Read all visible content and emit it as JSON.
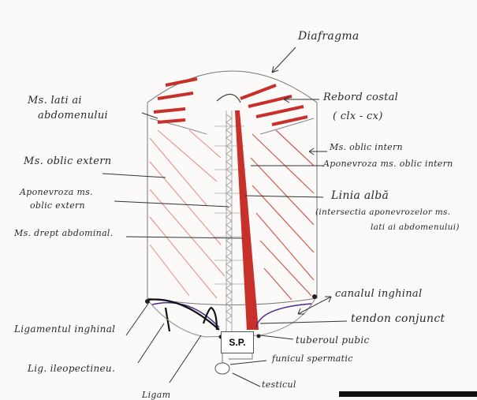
{
  "title": "Peretele abdominal anterior",
  "labels": {
    "diafragma": "Diafragma",
    "ms_lati_1": "Ms. lati ai",
    "ms_lati_2": "abdomenului",
    "rebord_costal": "Rebord costal",
    "rebord_costal_sub": "( clx - cx)",
    "ms_oblic_intern": "Ms. oblic intern",
    "aponevroza_oblic_intern": "Aponevroza ms. oblic intern",
    "ms_oblic_extern": "Ms. oblic extern",
    "aponevroza_oblic_extern_1": "Aponevroza ms.",
    "aponevroza_oblic_extern_2": "oblic extern",
    "linia_alba": "Linia albă",
    "linia_alba_sub_1": "(intersectia aponevrozelor ms.",
    "linia_alba_sub_2": "lati ai abdomenului)",
    "ms_drept": "Ms. drept abdominal.",
    "canalul_inghinal": "canalul inghinal",
    "tendon_conjunct": "tendon conjunct",
    "tuberoul_pubic": "tuberoul pubic",
    "ligamentul_inghinal": "Ligamentul inghinal",
    "sp": "S.P.",
    "funicul": "funicul spermatic",
    "lig_ileopectineu": "Lig. ileopectineu.",
    "testicul": "testicul",
    "ligam_cut": "Ligam"
  },
  "colors": {
    "muscle": "#c8302a",
    "hatch": "#e08a80",
    "outline": "#666666",
    "ligament": "#4b2a8a"
  }
}
